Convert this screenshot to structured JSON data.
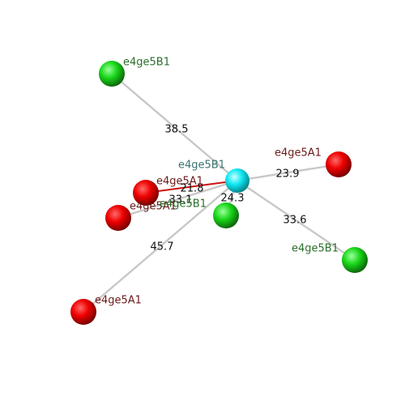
{
  "colors": {
    "center": "#00e5f0",
    "red_atom": "#e00000",
    "green_atom": "#22cc22",
    "bond": "#c8c8c8",
    "highlight_bond": "#cc1111",
    "label_red": "#6b1a1a",
    "label_green": "#2a6e2a",
    "label_center": "#3a7373"
  },
  "center": {
    "label": "e4ge5B1"
  },
  "neighbors": [
    {
      "label": "e4ge5B1",
      "kind": "green",
      "distance": "38.5"
    },
    {
      "label": "e4ge5A1",
      "kind": "red",
      "distance": "23.9"
    },
    {
      "label": "e4ge5A1",
      "kind": "red",
      "distance": "21.8",
      "highlight": true
    },
    {
      "label": "e4ge5A1",
      "kind": "red",
      "distance": "33.1"
    },
    {
      "label": "e4ge5B1",
      "kind": "green",
      "distance": "24.3"
    },
    {
      "label": "e4ge5B1",
      "kind": "green",
      "distance": "33.6"
    },
    {
      "label": "e4ge5A1",
      "kind": "red",
      "distance": "45.7"
    }
  ]
}
